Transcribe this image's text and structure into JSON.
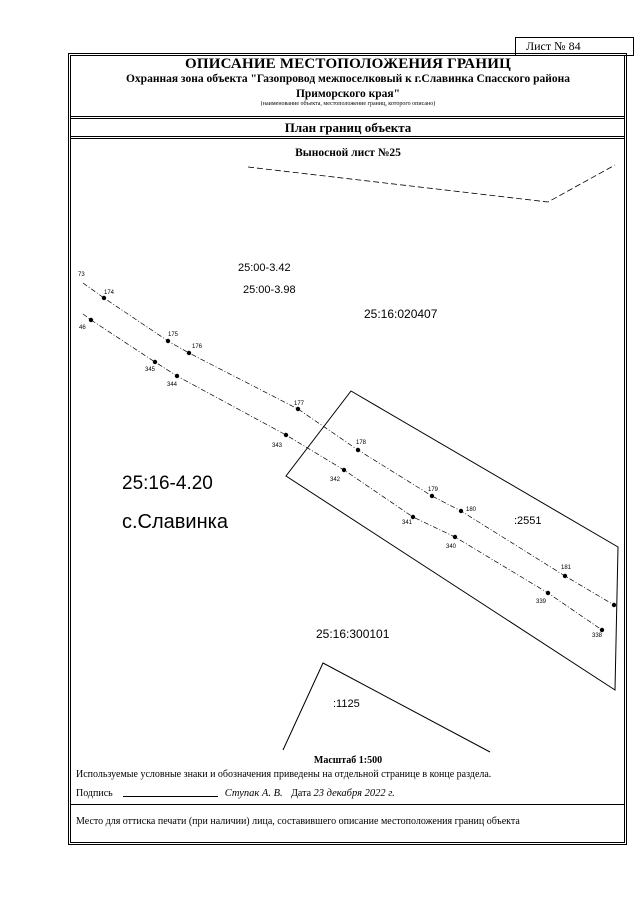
{
  "header": {
    "sheet_number": "Лист № 84",
    "title": "ОПИСАНИЕ МЕСТОПОЛОЖЕНИЯ ГРАНИЦ",
    "subtitle_line1": "Охранная зона объекта \"Газопровод межпоселковый к г.Славинка Спасского района",
    "subtitle_line2": "Приморского края\"",
    "subtitle_caption": "(наименование объекта, местоположение границ, которого описано)",
    "section_title": "План границ объекта",
    "sheet_subtitle": "Выносной лист №25"
  },
  "map": {
    "labels": {
      "zone_342": "25:00-3.42",
      "zone_398": "25:00-3.98",
      "parcel_020407": "25:16:020407",
      "zone_420": "25:16-4.20",
      "settlement": "с.Славинка",
      "parcel_2551": ":2551",
      "parcel_300101": "25:16:300101",
      "parcel_1125": ":1125"
    },
    "upper_points": [
      "73",
      "174",
      "175",
      "176",
      "177",
      "178",
      "179",
      "180",
      "181"
    ],
    "lower_points": [
      "46",
      "345",
      "344",
      "343",
      "342",
      "341",
      "340",
      "339",
      "338"
    ]
  },
  "footer": {
    "scale": "Масштаб 1:500",
    "legend_note": "Используемые условные знаки и обозначения приведены на отдельной странице в конце раздела.",
    "signature_label": "Подпись",
    "signer": "Ступак А. В.",
    "date_label": "Дата",
    "date": "23 декабря 2022 г.",
    "stamp_note": "Место для оттиска печати (при наличии) лица, составившего описание местоположения границ объекта"
  }
}
